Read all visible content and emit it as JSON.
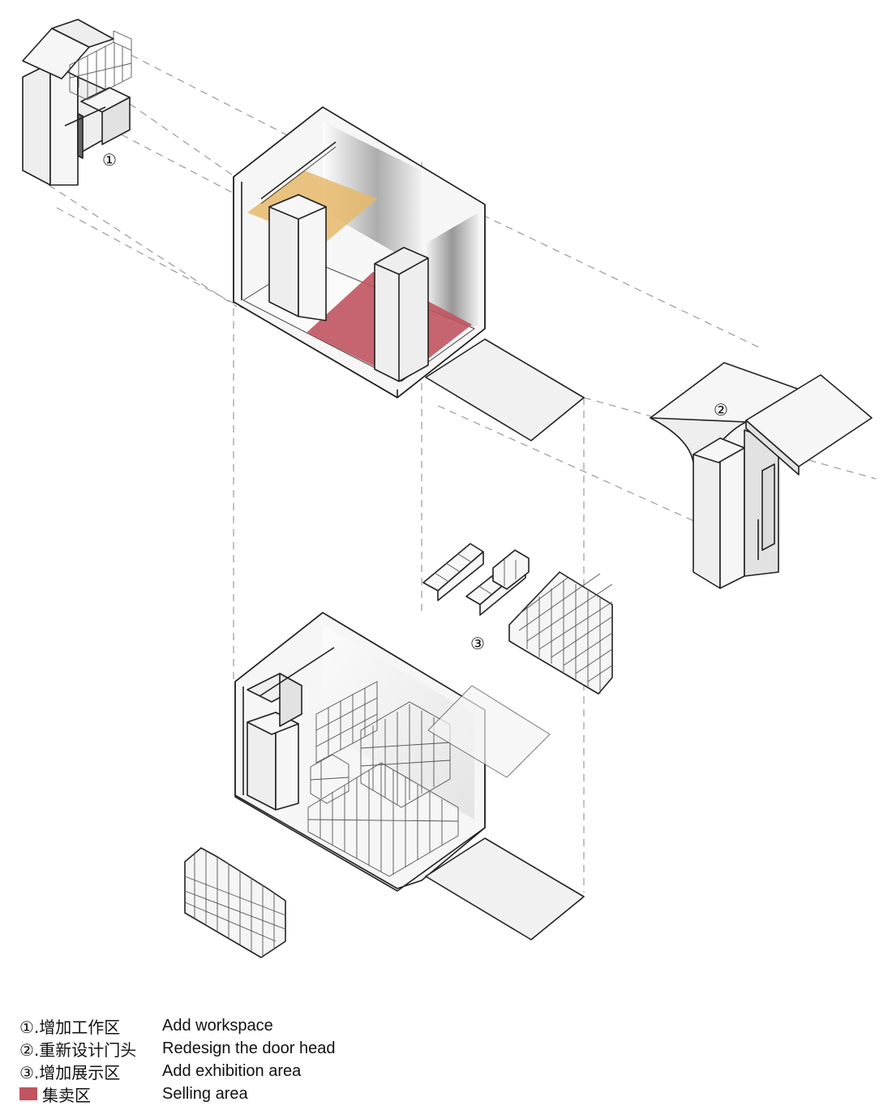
{
  "colors": {
    "selling_area": "#c0545f",
    "workspace_highlight": "#e6b86a",
    "line": "#222222",
    "surface": "#eeeeee"
  },
  "markers": {
    "m1": "①",
    "m2": "②",
    "m3": "③"
  },
  "legend": [
    {
      "cn": "①.增加工作区",
      "en": "Add workspace"
    },
    {
      "cn": "②.重新设计门头",
      "en": "Redesign the door head"
    },
    {
      "cn": "③.增加展示区",
      "en": "Add exhibition area"
    },
    {
      "cn": "集卖区",
      "en": "Selling area",
      "swatch": "selling_area"
    }
  ]
}
